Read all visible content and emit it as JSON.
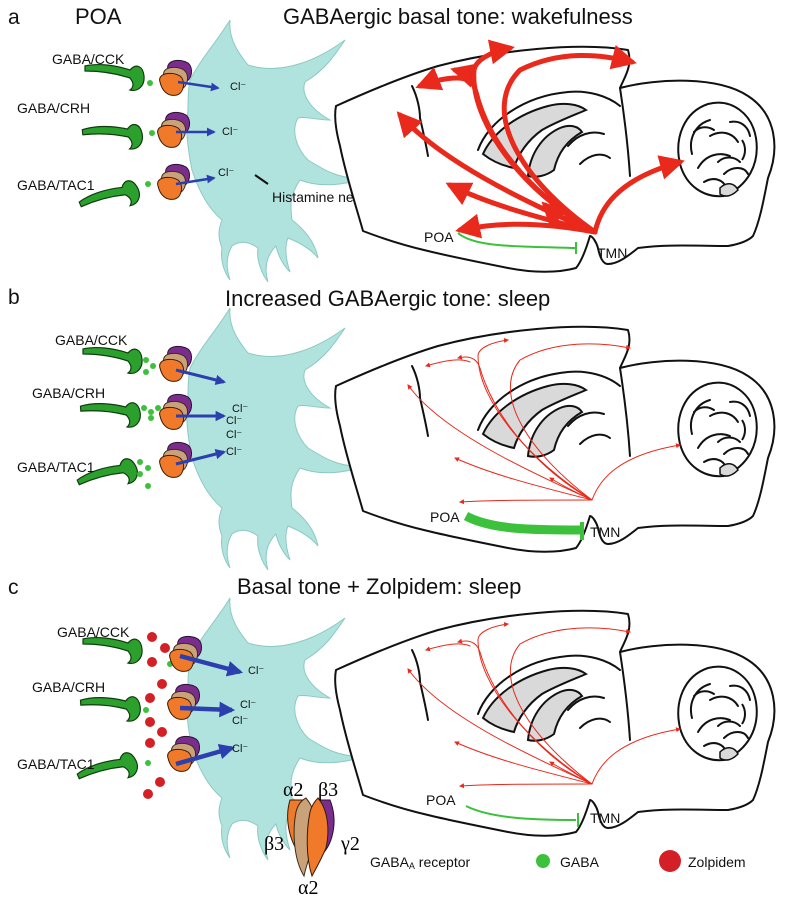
{
  "panels": [
    {
      "letter": "a",
      "title": "GABAergic basal tone: wakefulness",
      "region_label": "POA",
      "neurons": [
        "GABA/CCK",
        "GABA/CRH",
        "GABA/TAC1"
      ],
      "neuron_label": "Histamine neuron",
      "brain_labels": {
        "poa": "POA",
        "tmn": "TMN"
      }
    },
    {
      "letter": "b",
      "title": "Increased GABAergic tone: sleep",
      "neurons": [
        "GABA/CCK",
        "GABA/CRH",
        "GABA/TAC1"
      ],
      "brain_labels": {
        "poa": "POA",
        "tmn": "TMN"
      }
    },
    {
      "letter": "c",
      "title": "Basal tone + Zolpidem: sleep",
      "neurons": [
        "GABA/CCK",
        "GABA/CRH",
        "GABA/TAC1"
      ],
      "brain_labels": {
        "poa": "POA",
        "tmn": "TMN"
      }
    }
  ],
  "chloride": "Cl⁻",
  "receptor": {
    "subunits": {
      "top_left": "α2",
      "top_right": "β3",
      "left": "β3",
      "right": "γ2",
      "bottom": "α2"
    }
  },
  "legend": {
    "receptor_main": "GABA",
    "receptor_sub": "A",
    "receptor_rest": " receptor",
    "gaba": "GABA",
    "zolpidem": "Zolpidem"
  },
  "colors": {
    "histamine_neuron": "#b0e3de",
    "gaba_neuron": "#2ca02c",
    "gaba_dot": "#3cc13c",
    "zolpidem_dot": "#d32027",
    "projection": "#e8291c",
    "chloride_arrow": "#2b3fae",
    "alpha_subunit": "#c9a27a",
    "beta_subunit": "#f07a2a",
    "gamma_subunit": "#7b2d8e"
  }
}
